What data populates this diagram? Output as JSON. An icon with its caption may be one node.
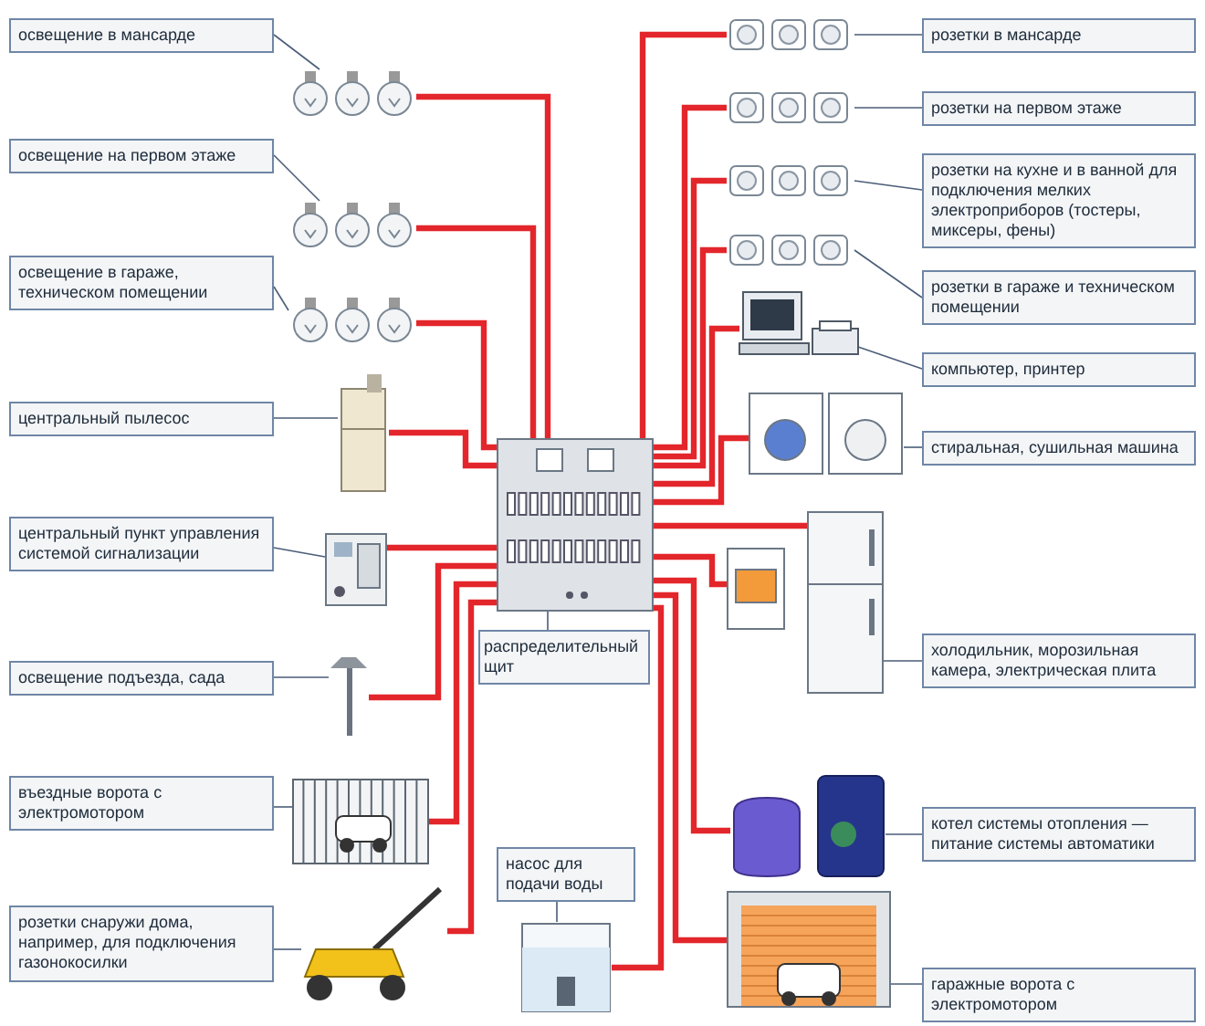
{
  "diagram": {
    "nodes": [
      {
        "text": [
          "освещение в мансарде"
        ]
      },
      {
        "text": [
          "освещение на первом этаже"
        ]
      },
      {
        "text": [
          "освещение в гараже, техническом помещении"
        ]
      },
      {
        "text": [
          "центральный пылесос"
        ]
      },
      {
        "text": [
          "центральный пункт управления системой сигнализации"
        ]
      },
      {
        "text": [
          "освещение подъезда, сада"
        ]
      },
      {
        "text": [
          "въездные ворота с электромотором"
        ]
      },
      {
        "text": [
          "розетки снаружи дома, например, для подключения газонокосилки"
        ]
      },
      {
        "text": [
          "розетки в мансарде"
        ]
      },
      {
        "text": [
          "розетки на первом этаже"
        ]
      },
      {
        "text": [
          "розетки на кухне и в ванной для подключения мелких электроприборов (тостеры, миксеры, фены)"
        ]
      },
      {
        "text": [
          "розетки в гараже и техническом помещении"
        ]
      },
      {
        "text": [
          "компьютер, принтер"
        ]
      },
      {
        "text": [
          "стиральная, сушильная машина"
        ]
      },
      {
        "text": [
          "холодильник, морозильная камера, электрическая плита"
        ]
      },
      {
        "text": [
          "котел системы отопления — питание системы автоматики"
        ]
      },
      {
        "text": [
          "гаражные ворота с электромотором"
        ]
      },
      {
        "text": [
          "распределительный щит"
        ]
      },
      {
        "text": [
          "насос для подачи воды"
        ]
      },
      {
        "text": [],
        "shape": "picture"
      },
      {
        "text": [],
        "shape": "picture"
      },
      {
        "text": [],
        "shape": "picture"
      },
      {
        "text": [],
        "shape": "picture"
      },
      {
        "text": [],
        "shape": "picture"
      },
      {
        "text": [],
        "shape": "picture"
      },
      {
        "text": [],
        "shape": "picture"
      },
      {
        "text": [],
        "shape": "picture"
      },
      {
        "text": [],
        "shape": "picture"
      },
      {
        "text": [],
        "shape": "picture"
      },
      {
        "text": [],
        "shape": "picture"
      },
      {
        "text": [],
        "shape": "picture"
      },
      {
        "text": [],
        "shape": "picture"
      },
      {
        "text": [],
        "shape": "picture"
      },
      {
        "text": [],
        "shape": "picture"
      },
      {
        "text": [],
        "shape": "picture"
      },
      {
        "text": [],
        "shape": "picture"
      },
      {
        "text": [],
        "shape": "picture"
      },
      {
        "text": [],
        "shape": "picture"
      },
      {
        "text": [],
        "shape": "picture"
      }
    ],
    "edges": [
      {
        "from": 0,
        "to": 20,
        "arrow": "none"
      },
      {
        "from": 1,
        "to": 21,
        "arrow": "none"
      },
      {
        "from": 2,
        "to": 22,
        "arrow": "none"
      },
      {
        "from": 3,
        "to": 23,
        "arrow": "none"
      },
      {
        "from": 4,
        "to": 24,
        "arrow": "none"
      },
      {
        "from": 5,
        "to": 25,
        "arrow": "none"
      },
      {
        "from": 6,
        "to": 26,
        "arrow": "none"
      },
      {
        "from": 7,
        "to": 27,
        "arrow": "none"
      },
      {
        "from": 8,
        "to": 29,
        "arrow": "none"
      },
      {
        "from": 9,
        "to": 30,
        "arrow": "none"
      },
      {
        "from": 10,
        "to": 31,
        "arrow": "none"
      },
      {
        "from": 11,
        "to": 32,
        "arrow": "none"
      },
      {
        "from": 12,
        "to": 33,
        "arrow": "none"
      },
      {
        "from": 13,
        "to": 34,
        "arrow": "none"
      },
      {
        "from": 14,
        "to": 36,
        "arrow": "none"
      },
      {
        "from": 15,
        "to": 37,
        "arrow": "none"
      },
      {
        "from": 16,
        "to": 38,
        "arrow": "none"
      },
      {
        "from": 17,
        "to": 19,
        "arrow": "none"
      },
      {
        "from": 18,
        "to": 28,
        "arrow": "none"
      },
      {
        "from": 19,
        "to": 20,
        "arrow": "none",
        "style": "thick",
        "color": "#e3262b"
      },
      {
        "from": 19,
        "to": 21,
        "arrow": "none",
        "style": "thick",
        "color": "#e3262b"
      },
      {
        "from": 19,
        "to": 22,
        "arrow": "none",
        "style": "thick",
        "color": "#e3262b"
      },
      {
        "from": 19,
        "to": 23,
        "arrow": "none",
        "style": "thick",
        "color": "#e3262b"
      },
      {
        "from": 19,
        "to": 24,
        "arrow": "none",
        "style": "thick",
        "color": "#e3262b"
      },
      {
        "from": 19,
        "to": 25,
        "arrow": "none",
        "style": "thick",
        "color": "#e3262b"
      },
      {
        "from": 19,
        "to": 26,
        "arrow": "none",
        "style": "thick",
        "color": "#e3262b"
      },
      {
        "from": 19,
        "to": 27,
        "arrow": "none",
        "style": "thick",
        "color": "#e3262b"
      },
      {
        "from": 19,
        "to": 28,
        "arrow": "none",
        "style": "thick",
        "color": "#e3262b"
      },
      {
        "from": 19,
        "to": 29,
        "arrow": "none",
        "style": "thick",
        "color": "#e3262b"
      },
      {
        "from": 19,
        "to": 30,
        "arrow": "none",
        "style": "thick",
        "color": "#e3262b"
      },
      {
        "from": 19,
        "to": 31,
        "arrow": "none",
        "style": "thick",
        "color": "#e3262b"
      },
      {
        "from": 19,
        "to": 32,
        "arrow": "none",
        "style": "thick",
        "color": "#e3262b"
      },
      {
        "from": 19,
        "to": 33,
        "arrow": "none",
        "style": "thick",
        "color": "#e3262b"
      },
      {
        "from": 19,
        "to": 34,
        "arrow": "none",
        "style": "thick",
        "color": "#e3262b"
      },
      {
        "from": 19,
        "to": 35,
        "arrow": "none",
        "style": "thick",
        "color": "#e3262b"
      },
      {
        "from": 19,
        "to": 36,
        "arrow": "none",
        "style": "thick",
        "color": "#e3262b"
      },
      {
        "from": 19,
        "to": 37,
        "arrow": "none",
        "style": "thick",
        "color": "#e3262b"
      },
      {
        "from": 19,
        "to": 38,
        "arrow": "none",
        "style": "thick",
        "color": "#e3262b"
      }
    ]
  }
}
